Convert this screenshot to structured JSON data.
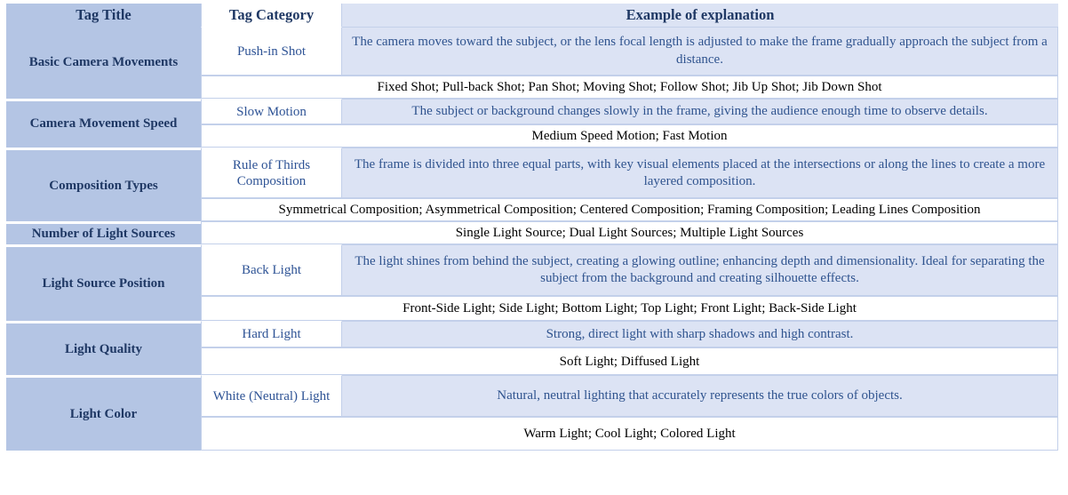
{
  "table": {
    "headers": {
      "tag_title": "Tag Title",
      "tag_category": "Tag Category",
      "example": "Example of explanation"
    },
    "colors": {
      "title_col_bg": "#b4c5e4",
      "example_bg": "#dce3f4",
      "others_bg": "#ffffff",
      "header_text": "#1f3864",
      "category_text": "#2e5395",
      "example_text": "#30548f",
      "border": "#c3d0ea"
    },
    "groups": [
      {
        "title": "Basic Camera Movements",
        "category": "Push-in Shot",
        "explanation": "The camera moves toward the subject, or the lens focal length is adjusted to make the frame gradually approach the subject from a distance.",
        "others": "Fixed Shot; Pull-back Shot; Pan Shot; Moving Shot; Follow Shot; Jib Up Shot; Jib Down Shot"
      },
      {
        "title": "Camera Movement Speed",
        "category": "Slow Motion",
        "explanation": "The subject or background changes slowly in the frame, giving the audience enough time to observe details.",
        "others": "Medium Speed Motion; Fast Motion"
      },
      {
        "title": "Composition Types",
        "category": "Rule of Thirds Composition",
        "explanation": "The frame is divided into three equal parts, with key visual elements placed at the intersections or along the lines to create a more layered composition.",
        "others": "Symmetrical Composition; Asymmetrical Composition; Centered Composition; Framing Composition; Leading Lines Composition"
      },
      {
        "title": "Number of Light Sources",
        "category": null,
        "explanation": null,
        "others": "Single Light Source; Dual Light Sources; Multiple Light Sources"
      },
      {
        "title": "Light Source Position",
        "category": "Back Light",
        "explanation": "The light shines from behind the subject, creating a glowing outline; enhancing depth and dimensionality. Ideal for separating the subject from the background and creating silhouette effects.",
        "others": "Front-Side Light; Side Light; Bottom Light; Top Light; Front Light; Back-Side Light"
      },
      {
        "title": "Light Quality",
        "category": "Hard Light",
        "explanation": "Strong, direct light with sharp shadows and high contrast.",
        "others": "Soft Light; Diffused Light"
      },
      {
        "title": "Light Color",
        "category": "White (Neutral) Light",
        "explanation": "Natural, neutral lighting that accurately represents the true colors of objects.",
        "others": "Warm Light; Cool Light; Colored Light"
      }
    ]
  }
}
